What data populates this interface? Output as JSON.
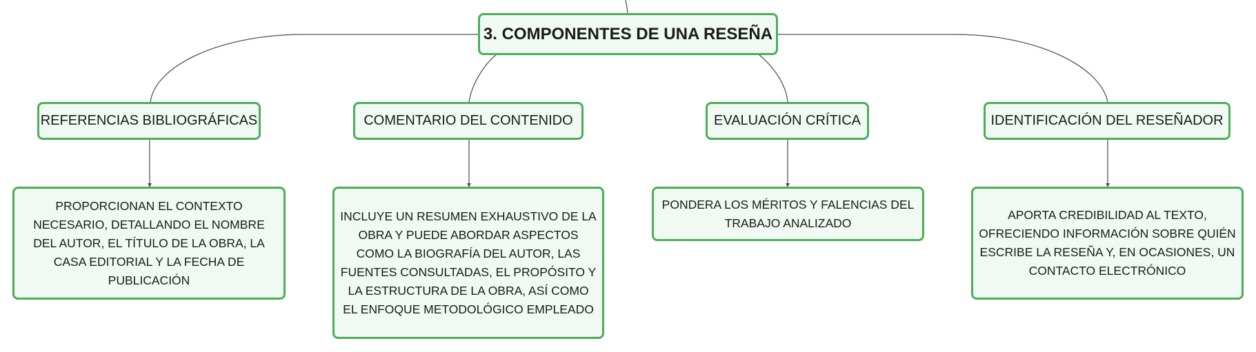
{
  "root": {
    "label": "3. COMPONENTES DE UNA RESEÑA"
  },
  "branches": [
    {
      "label": "REFERENCIAS BIBLIOGRÁFICAS",
      "description": "PROPORCIONAN EL CONTEXTO NECESARIO, DETALLANDO EL NOMBRE DEL AUTOR, EL TÍTULO DE LA OBRA, LA CASA EDITORIAL Y LA FECHA DE PUBLICACIÓN"
    },
    {
      "label": "COMENTARIO DEL CONTENIDO",
      "description": "INCLUYE UN RESUMEN EXHAUSTIVO DE LA OBRA Y PUEDE ABORDAR ASPECTOS COMO LA BIOGRAFÍA DEL AUTOR, LAS FUENTES CONSULTADAS, EL PROPÓSITO Y LA ESTRUCTURA DE LA OBRA, ASÍ COMO EL ENFOQUE METODOLÓGICO EMPLEADO"
    },
    {
      "label": "EVALUACIÓN CRÍTICA",
      "description": "PONDERA LOS MÉRITOS Y FALENCIAS DEL TRABAJO ANALIZADO"
    },
    {
      "label": "IDENTIFICACIÓN DEL RESEÑADOR",
      "description": "APORTA CREDIBILIDAD AL TEXTO, OFRECIENDO INFORMACIÓN SOBRE QUIÉN ESCRIBE LA RESEÑA Y, EN OCASIONES, UN CONTACTO ELECTRÓNICO"
    }
  ],
  "colors": {
    "node_border": "#4aae5a",
    "node_fill": "#f1f9f3",
    "connector": "#555555"
  }
}
